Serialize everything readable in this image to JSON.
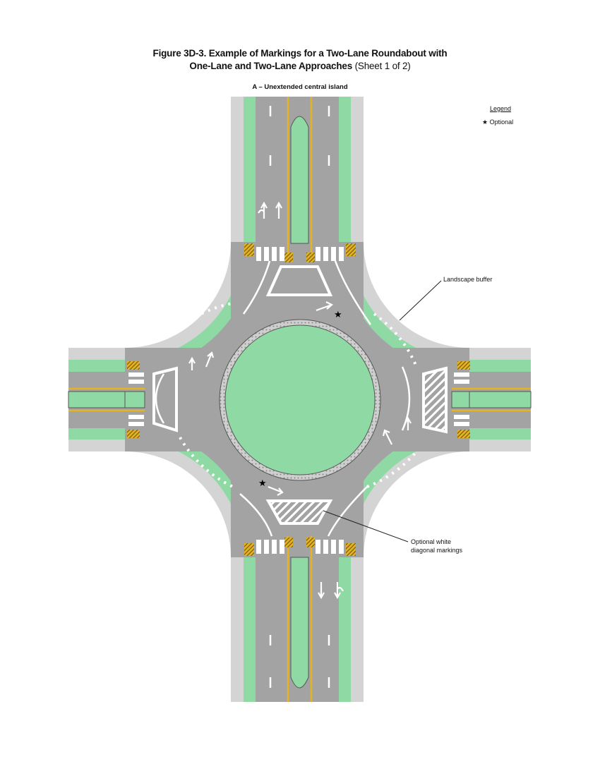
{
  "figure": {
    "title_line1": "Figure 3D-3.  Example of Markings for a Two-Lane Roundabout with",
    "title_line2": "One-Lane and Two-Lane Approaches",
    "sheet": "(Sheet 1 of 2)",
    "subtitle": "A – Unextended central island"
  },
  "legend": {
    "heading": "Legend",
    "symbol": "★",
    "item": "Optional"
  },
  "annotations": {
    "landscape_buffer": "Landscape buffer",
    "diagonal_line1": "Optional white",
    "diagonal_line2": "diagonal markings"
  },
  "colors": {
    "road": "#a3a3a3",
    "sidewalk": "#d4d4d4",
    "landscape": "#8ed9a4",
    "yellow": "#e6b422",
    "marking": "#ffffff"
  }
}
